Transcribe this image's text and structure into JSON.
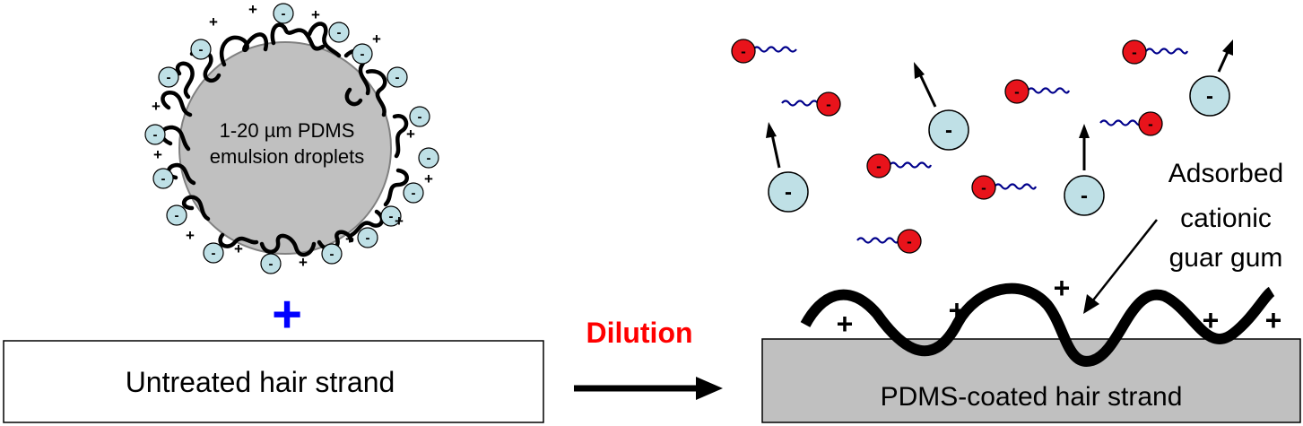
{
  "droplet": {
    "label_line1": "1-20 µm PDMS",
    "label_line2": "emulsion droplets"
  },
  "plus_sign": "+",
  "untreated_label": "Untreated hair strand",
  "process_label": "Dilution",
  "coated_label": "PDMS-coated hair strand",
  "polymer_label": {
    "line1": "Adsorbed",
    "line2": "cationic",
    "line3": "guar gum"
  },
  "charges": {
    "negative": "-",
    "positive": "+"
  },
  "colors": {
    "anion_particle": "#bfe0e6",
    "surfactant_head": "#e8131b",
    "surfactant_tail": "#00008b",
    "droplet_fill": "#c0c0c0",
    "coated_strand_fill": "#c0c0c0",
    "plus_blue": "#0000ff",
    "dilution_red": "#ff0000"
  }
}
